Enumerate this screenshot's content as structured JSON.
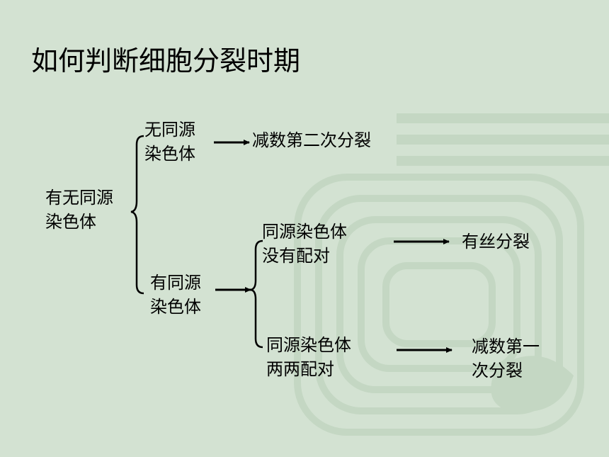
{
  "slide": {
    "title": "如何判断细胞分裂时期"
  },
  "diagram": {
    "root": {
      "line1": "有无同源",
      "line2": "染色体"
    },
    "no_homolog": {
      "line1": "无同源",
      "line2": "染色体"
    },
    "has_homolog": {
      "line1": "有同源",
      "line2": "染色体"
    },
    "meiosis_two": {
      "label": "减数第二次分裂"
    },
    "unpaired": {
      "line1": "同源染色体",
      "line2": "没有配对"
    },
    "paired": {
      "line1": "同源染色体",
      "line2": "两两配对"
    },
    "mitosis": {
      "label": "有丝分裂"
    },
    "meiosis_one": {
      "line1": "减数第一",
      "line2": "次分裂"
    }
  },
  "colors": {
    "background": "#d3e2d2",
    "decoration": "#c3d6c2",
    "text": "#000000"
  }
}
